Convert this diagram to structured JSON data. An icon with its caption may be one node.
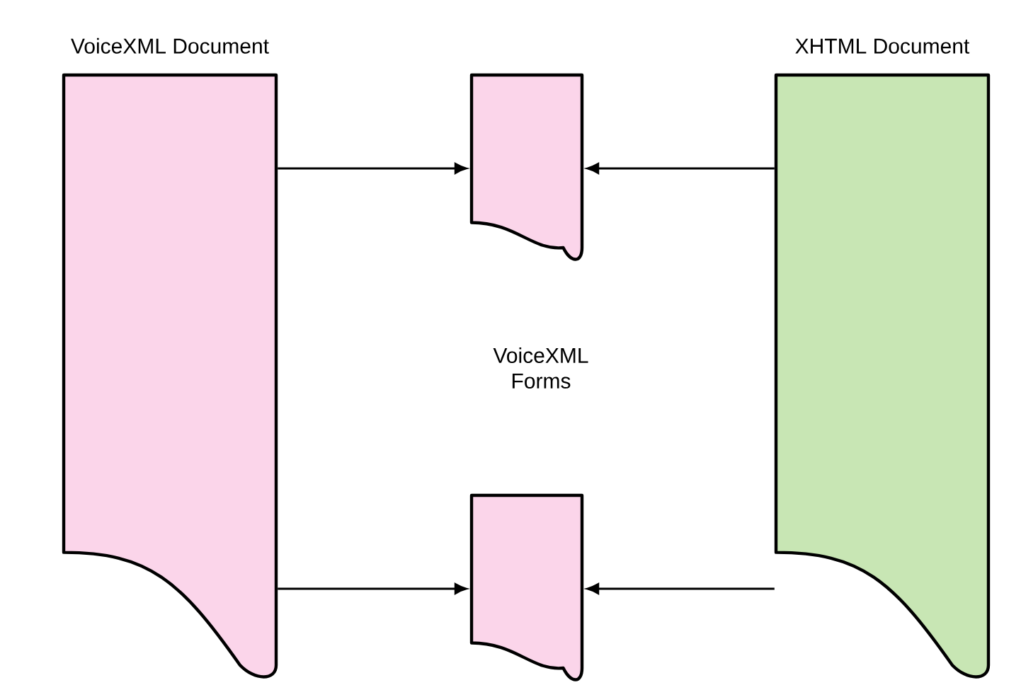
{
  "diagram": {
    "nodes": [
      {
        "text": [
          "VoiceXML Document"
        ]
      },
      {
        "text": [
          "XHTML Document"
        ]
      },
      {
        "text": [],
        "shape": "document"
      },
      {
        "text": [],
        "shape": "document"
      }
    ],
    "edges": [
      {
        "from": 0,
        "to": 2,
        "arrow": "to"
      },
      {
        "from": 1,
        "to": 2,
        "arrow": "to"
      },
      {
        "from": 0,
        "to": 3,
        "arrow": "to"
      },
      {
        "from": 1,
        "to": 3,
        "arrow": "to"
      }
    ],
    "labels": [
      "VoiceXML Forms"
    ]
  }
}
